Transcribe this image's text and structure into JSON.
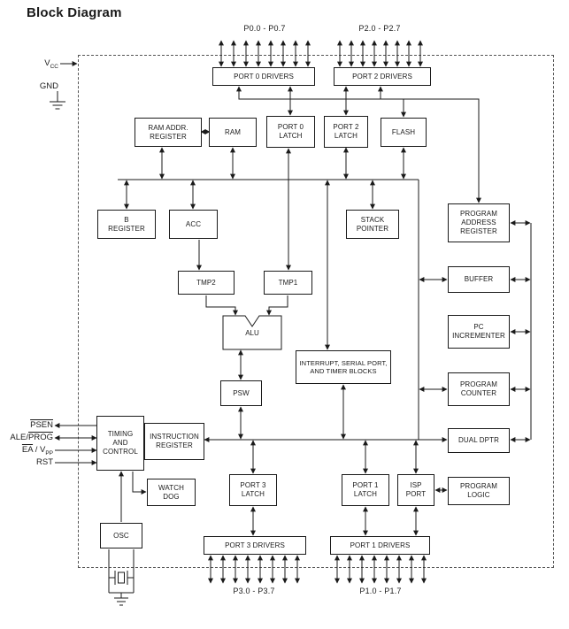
{
  "title": "Block Diagram",
  "colors": {
    "line": "#1a1a1a",
    "background": "#ffffff",
    "title": "#111111"
  },
  "pins": {
    "p0": "P0.0 - P0.7",
    "p2": "P2.0 - P2.7",
    "p3": "P3.0 - P3.7",
    "p1": "P1.0 - P1.7"
  },
  "signals": {
    "vcc_base": "V",
    "vcc_sub": "CC",
    "gnd": "GND",
    "psen": "PSEN",
    "ale_prefix": "ALE/",
    "prog": "PROG",
    "ea": "EA",
    "slash": " / ",
    "vpp_base": "V",
    "vpp_sub": "PP",
    "rst": "RST"
  },
  "blocks": {
    "port0_drivers": "PORT 0 DRIVERS",
    "port2_drivers": "PORT 2 DRIVERS",
    "ram_addr_register": "RAM ADDR.\nREGISTER",
    "ram": "RAM",
    "port0_latch": "PORT 0\nLATCH",
    "port2_latch": "PORT 2\nLATCH",
    "flash": "FLASH",
    "b_register": "B\nREGISTER",
    "acc": "ACC",
    "stack_pointer": "STACK\nPOINTER",
    "program_address_register": "PROGRAM\nADDRESS\nREGISTER",
    "tmp2": "TMP2",
    "tmp1": "TMP1",
    "buffer": "BUFFER",
    "alu": "ALU",
    "pc_incrementer": "PC\nINCREMENTER",
    "psw": "PSW",
    "interrupt_block": "INTERRUPT, SERIAL PORT,\nAND TIMER BLOCKS",
    "program_counter": "PROGRAM\nCOUNTER",
    "timing_control": "TIMING\nAND\nCONTROL",
    "instruction_register": "INSTRUCTION\nREGISTER",
    "dual_dptr": "DUAL DPTR",
    "watch_dog": "WATCH\nDOG",
    "port3_latch": "PORT 3\nLATCH",
    "port1_latch": "PORT 1\nLATCH",
    "isp_port": "ISP\nPORT",
    "program_logic": "PROGRAM\nLOGIC",
    "osc": "OSC",
    "port3_drivers": "PORT 3 DRIVERS",
    "port1_drivers": "PORT 1 DRIVERS"
  }
}
